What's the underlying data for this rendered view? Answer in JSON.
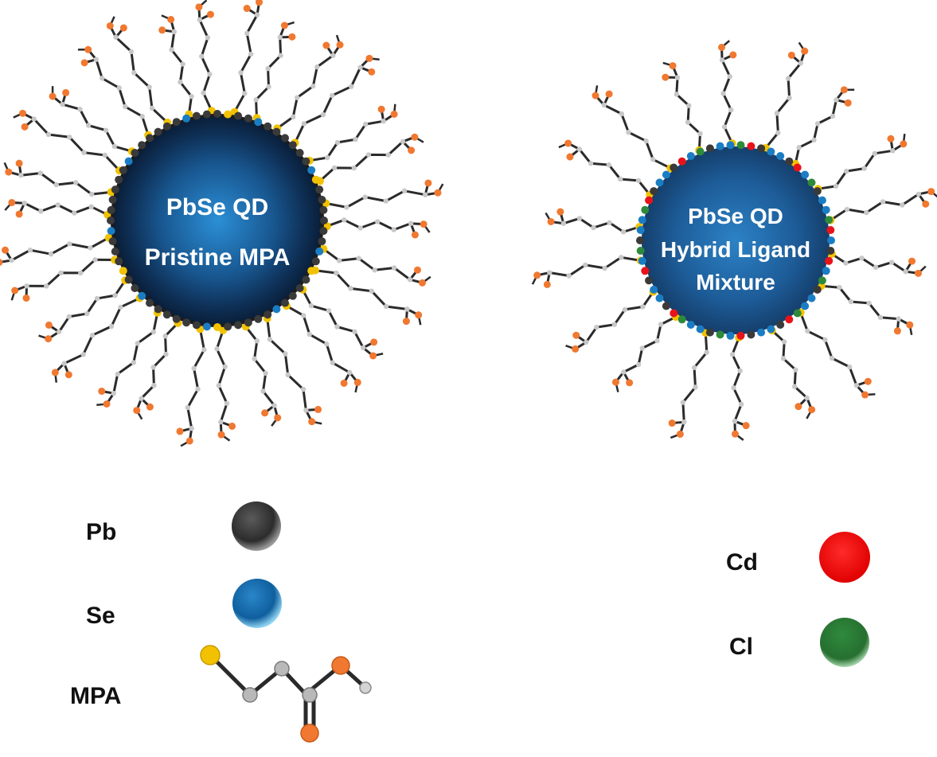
{
  "qd_left": {
    "line1": "PbSe QD",
    "line2": "Pristine MPA"
  },
  "qd_right": {
    "line1": "PbSe QD",
    "line2": "Hybrid Ligand",
    "line3": "Mixture"
  },
  "legend": {
    "pb": "Pb",
    "se": "Se",
    "mpa": "MPA",
    "cd": "Cd",
    "cl": "Cl"
  },
  "colors": {
    "pb": "#3a3a3a",
    "se": "#1a7dc4",
    "s": "#f2c200",
    "o": "#f07830",
    "c": "#9a9a9a",
    "cd": "#e8131a",
    "cl": "#2e8a3a",
    "core": "#1e5f9c"
  }
}
